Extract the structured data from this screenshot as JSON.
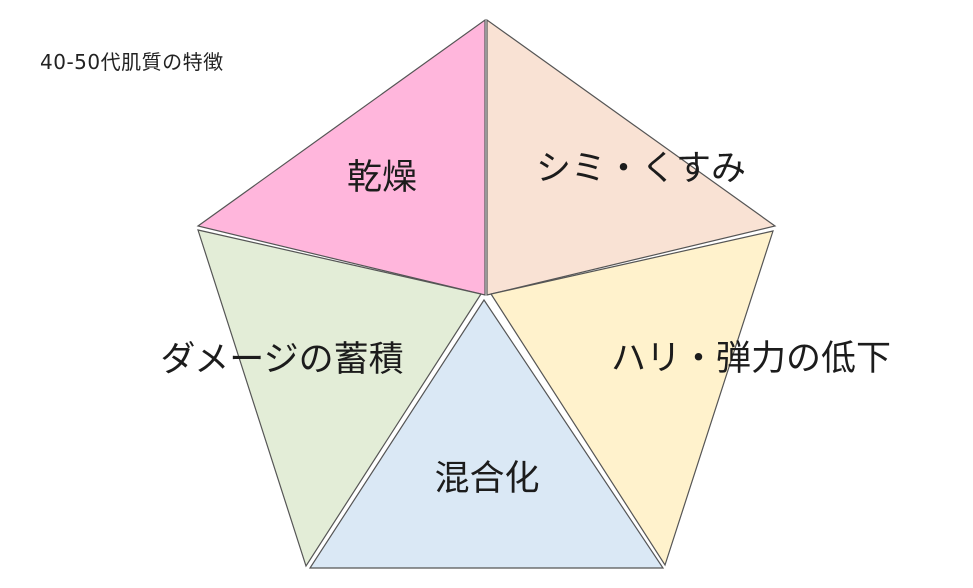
{
  "title": "40-50代肌質の特徴",
  "segments": [
    {
      "id": "dryness",
      "label": "乾燥",
      "color": "#ffb6dc"
    },
    {
      "id": "spots",
      "label": "シミ・くすみ",
      "color": "#f9e2d4"
    },
    {
      "id": "firmness",
      "label": "ハリ・弾力の低下",
      "color": "#fff2cc"
    },
    {
      "id": "mixed",
      "label": "混合化",
      "color": "#dae8f5"
    },
    {
      "id": "damage",
      "label": "ダメージの蓄積",
      "color": "#e3edd7"
    }
  ],
  "colors": {
    "stroke": "#555555",
    "text": "#1c1c1c"
  }
}
